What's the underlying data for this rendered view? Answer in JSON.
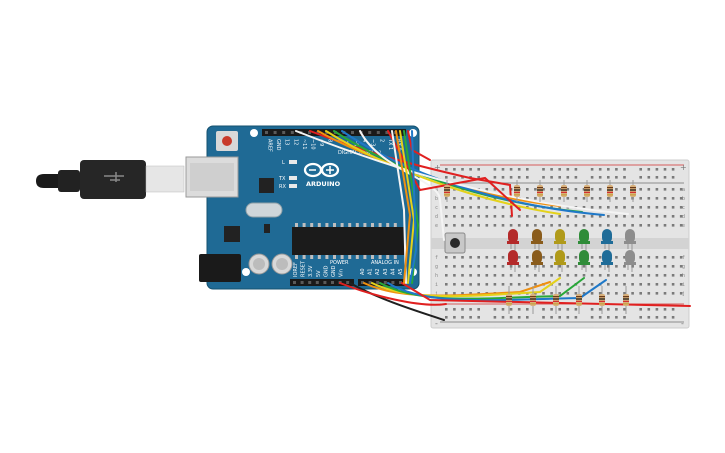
{
  "board": {
    "logo_text": "ARDUINO",
    "header_labels": [
      "AREF",
      "GND",
      "13",
      "12",
      "~11",
      "~10",
      "~9",
      "8",
      "7",
      "~6",
      "~5",
      "4",
      "~3",
      "2",
      "TX 1",
      "RX 0"
    ],
    "digital_label": "DIGITAL (PWM ~)",
    "power_label": "POWER",
    "analog_label": "ANALOG IN",
    "power_pins": [
      "IOREF",
      "RESET",
      "3.3V",
      "5V",
      "GND",
      "GND",
      "Vin"
    ],
    "analog_pins": [
      "A0",
      "A1",
      "A2",
      "A3",
      "A4",
      "A5"
    ],
    "led_labels": [
      "L",
      "TX",
      "RX"
    ]
  },
  "breadboard": {
    "sign_plus": "+",
    "sign_minus": "-",
    "row_labels_top": [
      "a",
      "b",
      "c",
      "d",
      "e"
    ],
    "row_labels_bottom": [
      "f",
      "g",
      "h",
      "i",
      "j"
    ]
  },
  "leds": [
    {
      "color": "#b42a2a"
    },
    {
      "color": "#8a5c1c"
    },
    {
      "color": "#b09a1a"
    },
    {
      "color": "#2f8c38"
    },
    {
      "color": "#1f6c98"
    },
    {
      "color": "#8d8d8d"
    }
  ],
  "wires": {
    "red": "#e02020",
    "orange": "#f09010",
    "yellow": "#e4d21a",
    "green": "#28a838",
    "blue": "#1e78c8",
    "white": "#f4f4f4",
    "black": "#202020"
  }
}
